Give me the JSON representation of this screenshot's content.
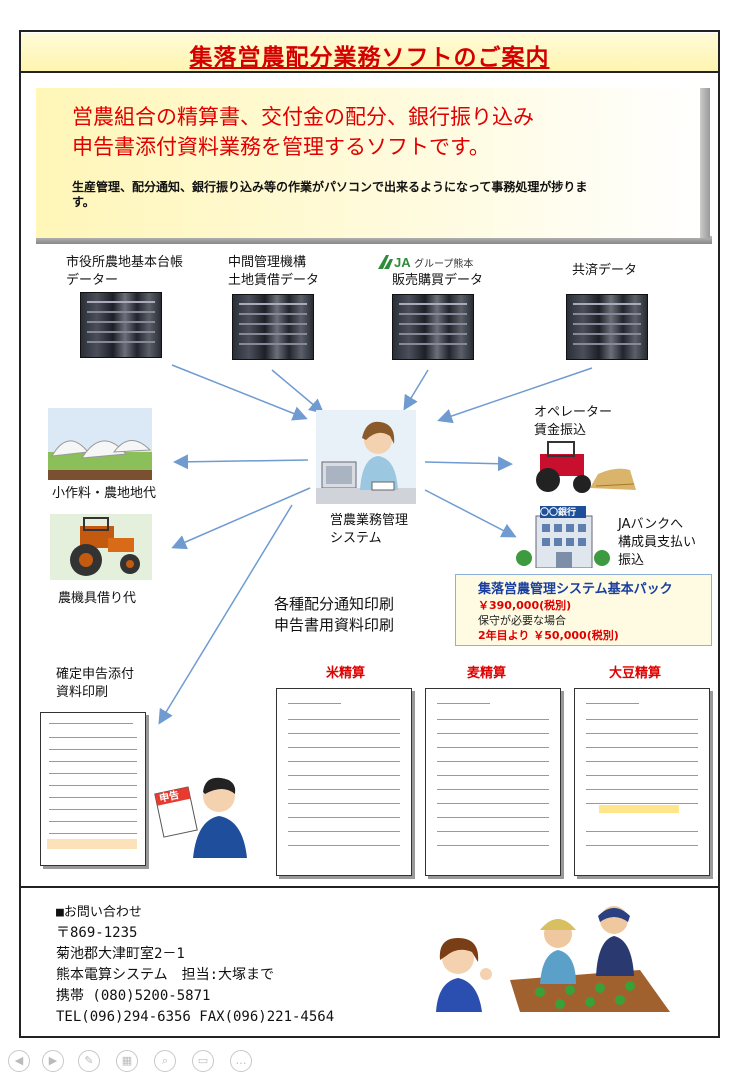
{
  "title": "集落営農配分業務ソフトのご案内",
  "intro": {
    "line1": "営農組合の精算書、交付金の配分、銀行振り込み",
    "line2": "申告書添付資料業務を管理するソフトです。",
    "sub1": "生産管理、配分通知、銀行振り込み等の作業がパソコンで出来るようになって事務処理が捗りま",
    "sub2": "す。"
  },
  "sources": [
    {
      "line1": "市役所農地基本台帳",
      "line2": "データー"
    },
    {
      "line1": "中間管理機構",
      "line2": "土地賃借データ"
    },
    {
      "line1": "JAグループ熊本",
      "line2": "販売購買データ"
    },
    {
      "line1": "共済データ",
      "line2": ""
    }
  ],
  "center": {
    "line1": "営農業務管理",
    "line2": "システム"
  },
  "outputs": {
    "rent": "小作料・農地地代",
    "equipment": "農機具借り代",
    "operator1": "オペレーター",
    "operator2": "賃金振込",
    "bank_sign": "〇〇銀行",
    "ja1": "JAバンクへ",
    "ja2": "構成員支払い",
    "ja3": "振込",
    "notice1": "各種配分通知印刷",
    "notice2": "申告書用資料印刷",
    "tax1": "確定申告添付",
    "tax2": "資料印刷",
    "tax_badge": "申告"
  },
  "package": {
    "title": "集落営農管理システム基本パック",
    "price": "￥390,000(税別)",
    "maint": "保守が必要な場合",
    "maint_price": "2年目より ￥50,000(税別)"
  },
  "settlements": [
    "米精算",
    "麦精算",
    "大豆精算"
  ],
  "contact": {
    "heading": "■お問い合わせ",
    "zip": "〒869-1235",
    "address": "菊池郡大津町室2－1",
    "company": "熊本電算システム　担当:大塚まで",
    "mobile": " 携帯  (080)5200-5871",
    "tel": "TEL(096)294-6356   FAX(096)221-4564"
  },
  "colors": {
    "accent_red": "#e00000",
    "pack_blue": "#1a3fa0",
    "arrow": "#6f9bd1"
  },
  "toolbar": [
    "prev-icon",
    "next-icon",
    "pen-icon",
    "slides-icon",
    "zoom-icon",
    "subtitle-icon",
    "more-icon"
  ]
}
